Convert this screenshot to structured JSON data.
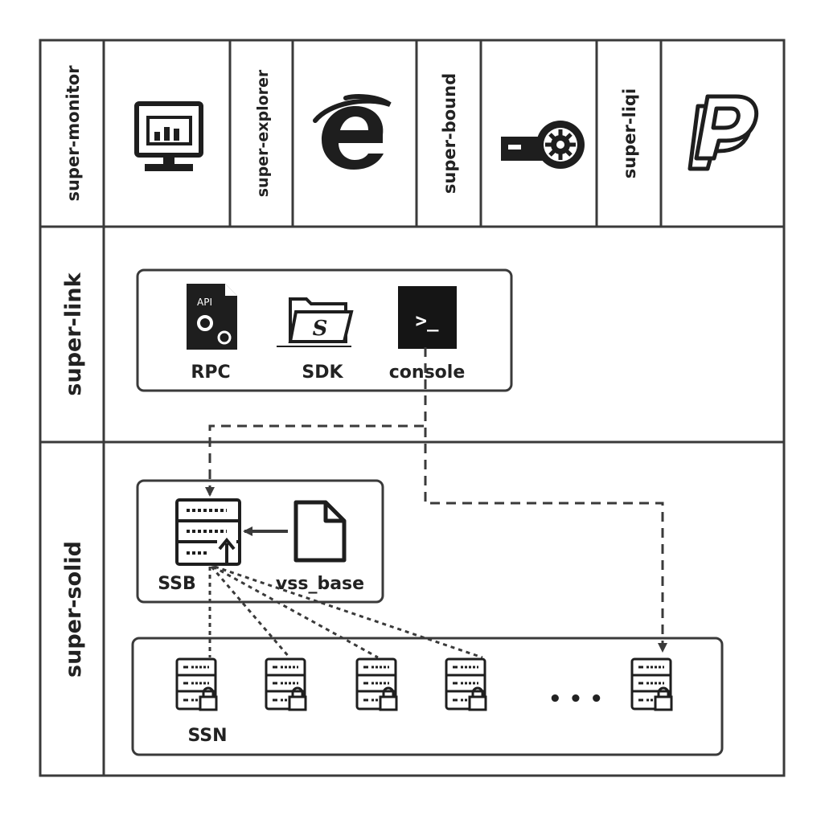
{
  "layers": {
    "monitor": "super-monitor",
    "explorer": "super-explorer",
    "bound": "super-bound",
    "liqi": "super-liqi",
    "link": "super-link",
    "solid": "super-solid"
  },
  "link_box": {
    "api_badge": "API",
    "rpc": "RPC",
    "sdk": "SDK",
    "console": "console",
    "console_prompt": ">_",
    "sdk_glyph": "S"
  },
  "solid_box": {
    "ssb": "SSB",
    "vss_base": "vss_base",
    "ssn": "SSN",
    "ellipsis": "• • •"
  },
  "colors": {
    "line": "#3a3a3a",
    "icon": "#1e1e1e",
    "console_bg": "#151515"
  },
  "icons": [
    "monitor-icon",
    "internet-explorer-icon",
    "projector-icon",
    "paypal-icon",
    "api-icon",
    "sdk-folder-icon",
    "console-icon",
    "server-upload-icon",
    "file-icon",
    "server-lock-icon"
  ]
}
